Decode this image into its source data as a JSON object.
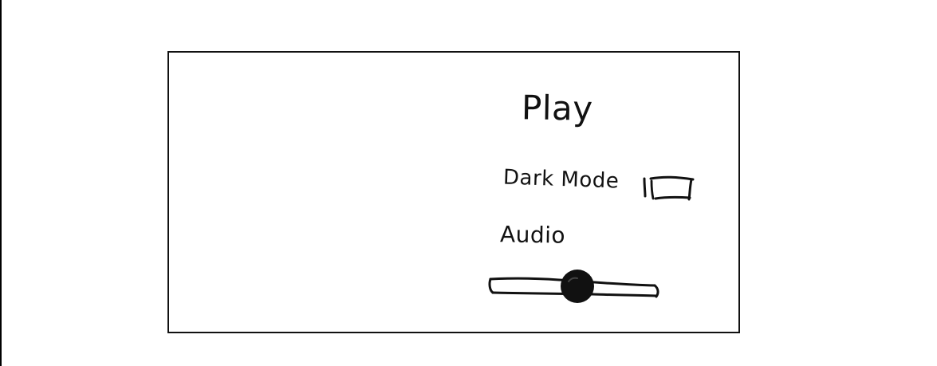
{
  "settings_menu": {
    "play_label": "Play",
    "dark_mode_label": "Dark Mode",
    "dark_mode_checked": false,
    "audio_label": "Audio",
    "audio_level": 0.5
  },
  "colors": {
    "ink": "#111111",
    "background": "#ffffff"
  },
  "icons": {
    "checkbox": "checkbox-icon",
    "slider_thumb": "slider-thumb-icon"
  }
}
